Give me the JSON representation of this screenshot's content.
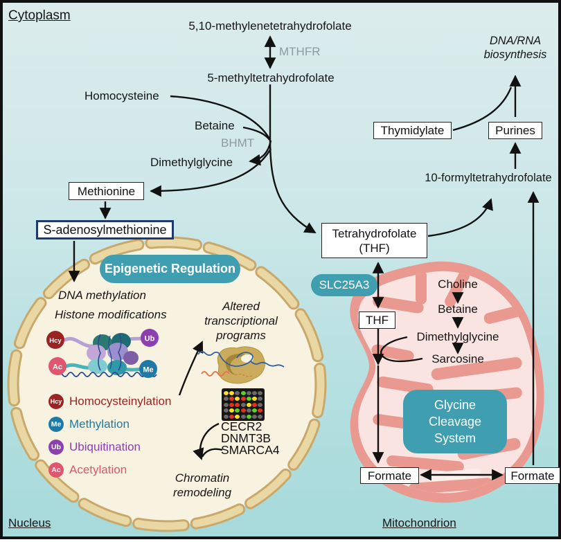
{
  "regions": {
    "cytoplasm": "Cytoplasm",
    "nucleus": "Nucleus",
    "mitochondrion": "Mitochondrion"
  },
  "cytoplasm_pathway": {
    "methylene_thf": "5,10-methylenetetrahydrofolate",
    "enzyme_mthfr": "MTHFR",
    "methyl_thf": "5-methyltetrahydrofolate",
    "homocysteine": "Homocysteine",
    "betaine": "Betaine",
    "enzyme_bhmt": "BHMT",
    "dimethylglycine": "Dimethylglycine",
    "methionine": "Methionine",
    "sam": "S-adenosylmethionine",
    "thf_line1": "Tetrahydrofolate",
    "thf_line2": "(THF)",
    "transporter": "SLC25A3"
  },
  "biosynthesis": {
    "dna_rna_line1": "DNA/RNA",
    "dna_rna_line2": "biosynthesis",
    "thymidylate": "Thymidylate",
    "purines": "Purines",
    "formyl_thf": "10-formyltetrahydrofolate"
  },
  "mito": {
    "choline": "Choline",
    "betaine": "Betaine",
    "dimethylglycine": "Dimethylglycine",
    "sarcosine": "Sarcosine",
    "thf": "THF",
    "gcs_line1": "Glycine",
    "gcs_line2": "Cleavage",
    "gcs_line3": "System",
    "formate_inner": "Formate",
    "formate_outer": "Formate"
  },
  "nucleus": {
    "epigenetic_title": "Epigenetic Regulation",
    "dna_methylation": "DNA methylation",
    "histone_modifications": "Histone modifications",
    "legend": [
      {
        "badge": "Hcy",
        "label": "Homocysteinylation",
        "color": "#9b2423"
      },
      {
        "badge": "Me",
        "label": "Methylation",
        "color": "#1e7aa5"
      },
      {
        "badge": "Ub",
        "label": "Ubiquitination",
        "color": "#8c3fae"
      },
      {
        "badge": "Ac",
        "label": "Acetylation",
        "color": "#e0566f"
      }
    ],
    "altered": [
      "Altered",
      "transcriptional",
      "programs"
    ],
    "genes": [
      "CECR2",
      "DNMT3B",
      "SMARCA4"
    ],
    "chromatin": [
      "Chromatin",
      "remodeling"
    ]
  },
  "microarray": {
    "rows": [
      "YYKGKKK",
      "KRYRGYK",
      "KRRKYRK",
      "KYGRKGR",
      "KRYKGKK"
    ],
    "palette": {
      "R": "#e23222",
      "G": "#5ecf25",
      "Y": "#ffdf26",
      "K": "#6a6a6a"
    }
  },
  "colors": {
    "accent_teal": "#3f9fb0",
    "mito_outer": "#e9998f",
    "mito_inner": "#fae4e1",
    "nucleus_fill": "#f8f2e0",
    "nucleus_capsule": "#e9d7a4",
    "nucleus_capsule_border": "#c9a86b",
    "enzyme_gray": "#8f9a9a",
    "sam_border_navy": "#1c3a6b"
  }
}
